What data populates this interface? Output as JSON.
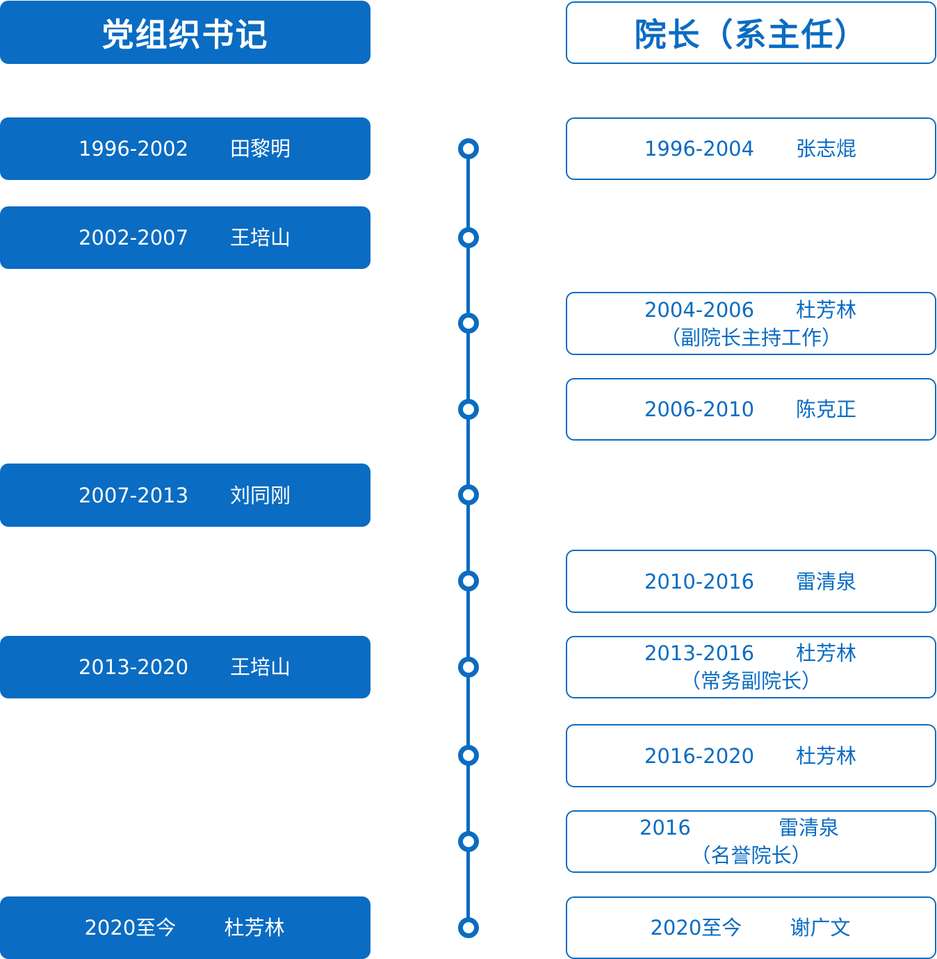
{
  "headers": {
    "left": "党组织书记",
    "right": "院长（系主任）"
  },
  "party_secretaries": [
    {
      "period": "1996-2002",
      "name": "田黎明"
    },
    {
      "period": "2002-2007",
      "name": "王培山"
    },
    {
      "period": "2007-2013",
      "name": "刘同刚"
    },
    {
      "period": "2013-2020",
      "name": "王培山"
    },
    {
      "period": "2020至今",
      "name": "杜芳林"
    }
  ],
  "deans": [
    {
      "period": "1996-2004",
      "name": "张志焜"
    },
    {
      "period": "2004-2006",
      "name": "杜芳林",
      "note": "（副院长主持工作）"
    },
    {
      "period": "2006-2010",
      "name": "陈克正"
    },
    {
      "period": "2010-2016",
      "name": "雷清泉"
    },
    {
      "period": "2013-2016",
      "name": "杜芳林",
      "note": "（常务副院长）"
    },
    {
      "period": "2016-2020",
      "name": "杜芳林"
    },
    {
      "period": "2016",
      "name": "雷清泉",
      "note": "（名誉院长）"
    },
    {
      "period": "2020至今",
      "name": "谢广文"
    }
  ],
  "colors": {
    "accent": "#0a6cc2",
    "background": "#ffffff"
  }
}
